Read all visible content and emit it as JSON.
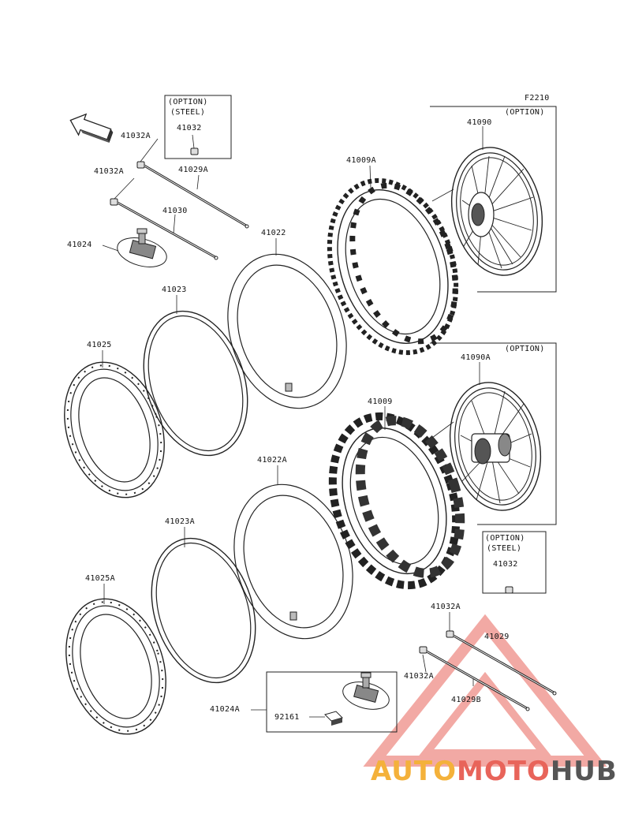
{
  "diagram": {
    "figure_code": "F2210",
    "front_label": "FRONT",
    "option_label": "(OPTION)",
    "steel_label": "(STEEL)",
    "labels": {
      "p41032_top": "41032",
      "p41032A_a": "41032A",
      "p41029A": "41029A",
      "p41032A_b": "41032A",
      "p41030": "41030",
      "p41024": "41024",
      "p41022": "41022",
      "p41023": "41023",
      "p41025": "41025",
      "p41009A": "41009A",
      "p41090": "41090",
      "p41090A": "41090A",
      "p41009": "41009",
      "p41022A": "41022A",
      "p41023A": "41023A",
      "p41025A": "41025A",
      "p41032_bottom": "41032",
      "p41032A_c": "41032A",
      "p41029": "41029",
      "p41032A_d": "41032A",
      "p41029B": "41029B",
      "p41024A": "41024A",
      "p92161": "92161"
    }
  },
  "watermark": {
    "part1": "AUTO",
    "part2": "MOTO",
    "part3": "HUB",
    "color1": "#f4b13a",
    "color2": "#e8645a",
    "color3": "#555555"
  },
  "colors": {
    "line": "#222222",
    "watermark_triangle": "#e8645a"
  }
}
